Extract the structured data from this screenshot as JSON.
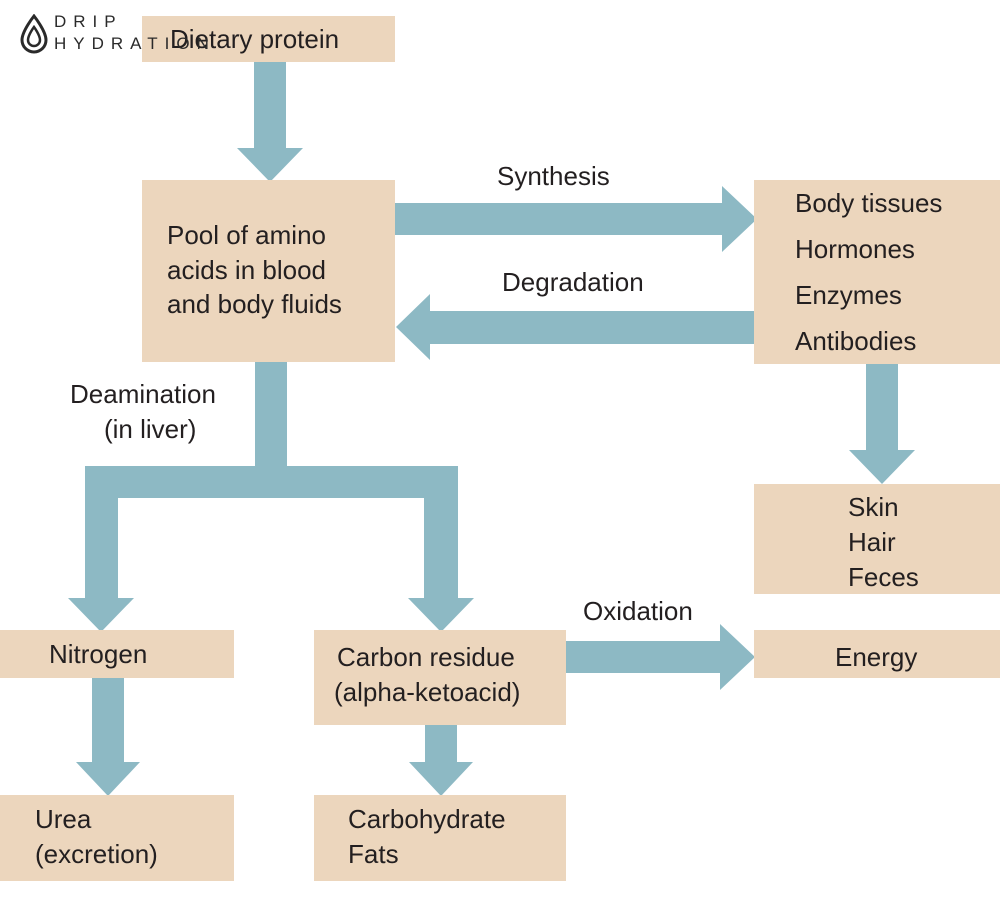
{
  "logo": {
    "line1": "DRIP",
    "line2": "HYDRATION"
  },
  "nodes": {
    "dietary_protein": "Dietary protein",
    "pool": [
      "Pool of amino",
      "acids in blood",
      "and body fluids"
    ],
    "body_products": [
      "Body tissues",
      "Hormones",
      "Enzymes",
      "Antibodies"
    ],
    "losses": [
      "Skin",
      "Hair",
      "Feces"
    ],
    "nitrogen": "Nitrogen",
    "carbon_residue": [
      "Carbon residue",
      "(alpha-ketoacid)"
    ],
    "energy": "Energy",
    "urea": [
      "Urea",
      "(excretion)"
    ],
    "carbohydrate": [
      "Carbohydrate",
      "Fats"
    ]
  },
  "edges": {
    "synthesis": "Synthesis",
    "degradation": "Degradation",
    "deamination": [
      "Deamination",
      "(in liver)"
    ],
    "oxidation": "Oxidation"
  },
  "colors": {
    "box": "#ecd6bd",
    "arrow": "#8db9c4",
    "text": "#231f20"
  }
}
